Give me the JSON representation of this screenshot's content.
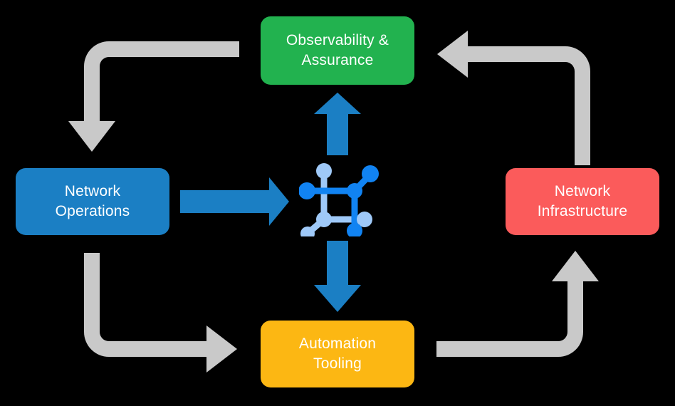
{
  "diagram": {
    "title": "Network automation lifecycle cycle diagram",
    "background_color": "#000000",
    "nodes": [
      {
        "id": "observability-assurance",
        "label": "Observability &\nAssurance",
        "line1": "Observability &",
        "line2": "Assurance",
        "color": "#22b24f",
        "text_color": "#ffffff",
        "position": "top"
      },
      {
        "id": "network-operations",
        "label": "Network\nOperations",
        "line1": "Network",
        "line2": "Operations",
        "color": "#1b7fc4",
        "text_color": "#ffffff",
        "position": "left"
      },
      {
        "id": "network-infrastructure",
        "label": "Network\nInfrastructure",
        "line1": "Network",
        "line2": "Infrastructure",
        "color": "#fb5b5b",
        "text_color": "#ffffff",
        "position": "right"
      },
      {
        "id": "automation-tooling",
        "label": "Automation\nTooling",
        "line1": "Automation",
        "line2": "Tooling",
        "color": "#fcb713",
        "text_color": "#ffffff",
        "position": "bottom"
      }
    ],
    "center": {
      "id": "network-topology-icon",
      "icon": "network-topology-icon",
      "color_dark": "#1183f2",
      "color_light": "#9fc9f8"
    },
    "connectors": {
      "blue_color": "#1b7fc4",
      "gray_color": "#c9c9c9",
      "items": [
        {
          "id": "operations-to-center",
          "direction": "right",
          "style": "straight",
          "color": "#1b7fc4"
        },
        {
          "id": "center-to-observability",
          "direction": "up",
          "style": "straight",
          "color": "#1b7fc4"
        },
        {
          "id": "center-to-automation",
          "direction": "down",
          "style": "straight",
          "color": "#1b7fc4"
        },
        {
          "id": "observability-to-operations",
          "direction": "down",
          "style": "elbow",
          "color": "#c9c9c9"
        },
        {
          "id": "infrastructure-to-observability",
          "direction": "left",
          "style": "elbow",
          "color": "#c9c9c9"
        },
        {
          "id": "operations-to-automation",
          "direction": "right",
          "style": "elbow",
          "color": "#c9c9c9"
        },
        {
          "id": "automation-to-infrastructure",
          "direction": "up",
          "style": "elbow",
          "color": "#c9c9c9"
        }
      ]
    }
  }
}
